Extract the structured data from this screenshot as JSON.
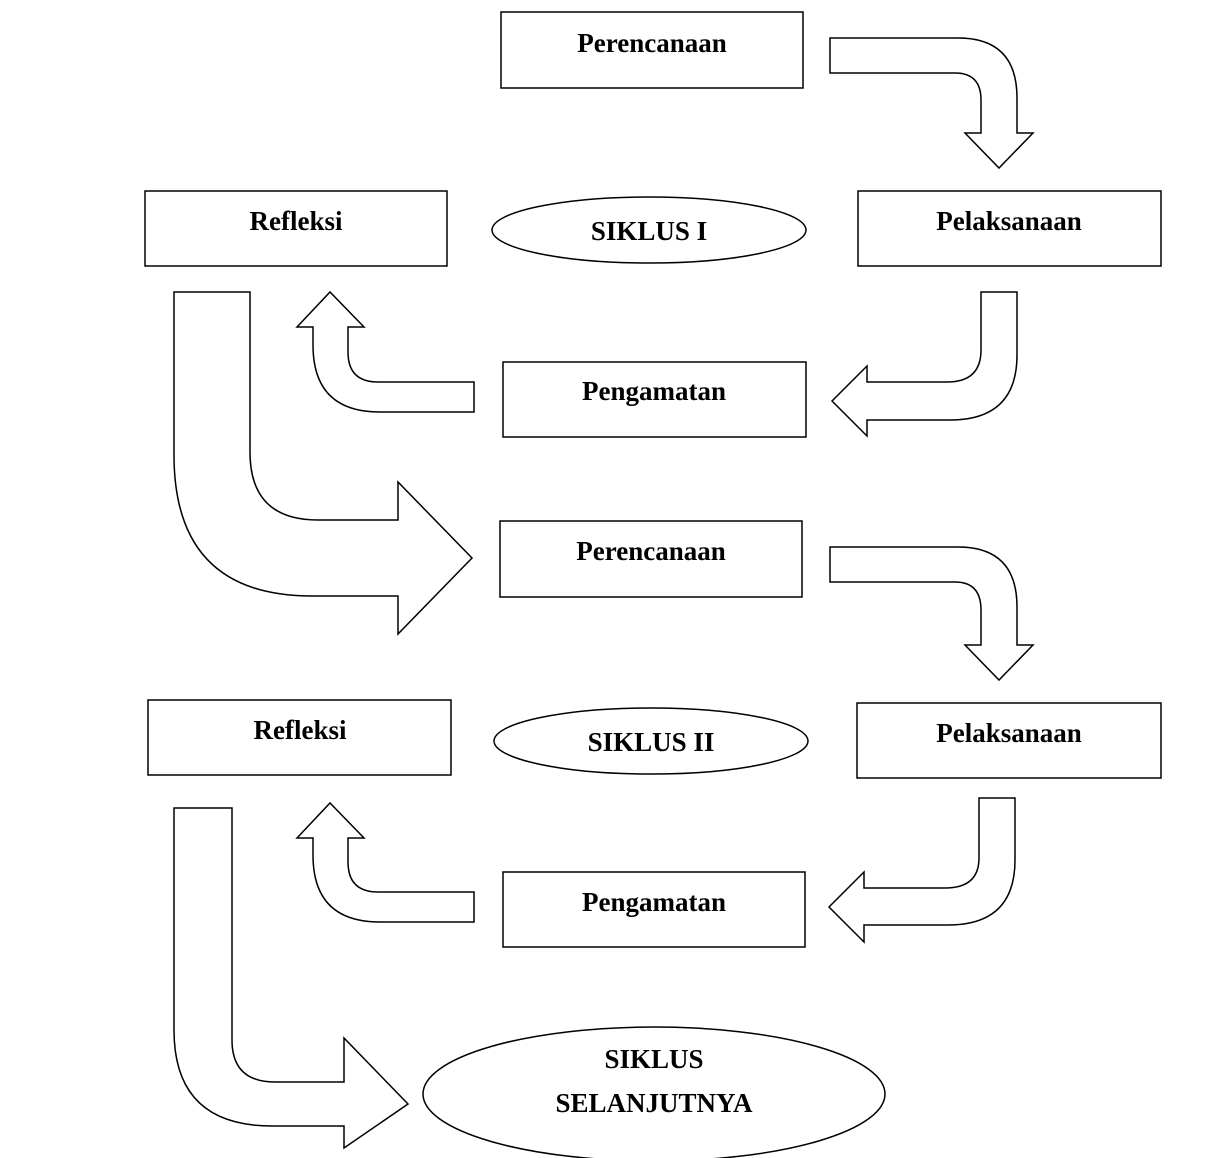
{
  "cycle1": {
    "planning": "Perencanaan",
    "acting": "Pelaksanaan",
    "observing": "Pengamatan",
    "reflecting": "Refleksi",
    "label": "SIKLUS I"
  },
  "cycle2": {
    "planning": "Perencanaan",
    "acting": "Pelaksanaan",
    "observing": "Pengamatan",
    "reflecting": "Refleksi",
    "label": "SIKLUS II"
  },
  "next_cycle": {
    "line1": "SIKLUS",
    "line2": "SELANJUTNYA"
  }
}
